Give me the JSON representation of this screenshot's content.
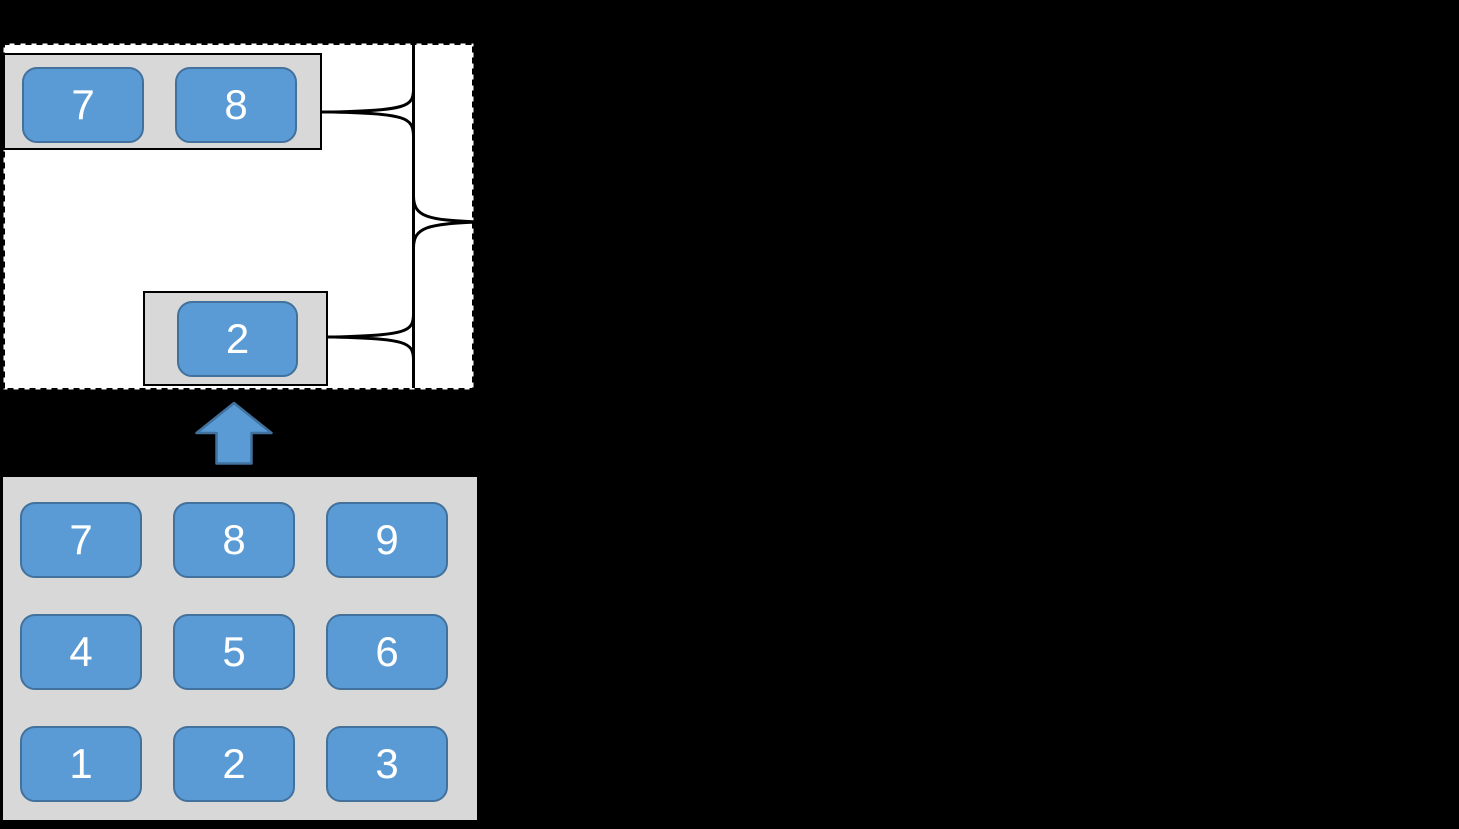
{
  "background_color": "#000000",
  "palette": {
    "key_fill": "#5B9BD5",
    "key_border": "#41719C",
    "tray_gray": "#D8D8D8",
    "region_fill": "#FFFFFF",
    "line_color": "#000000",
    "key_text": "#FFFFFF"
  },
  "dashed_region": {
    "pair_tray": {
      "keys": [
        "7",
        "8"
      ]
    },
    "single_tray": {
      "keys": [
        "2"
      ]
    }
  },
  "keypad": {
    "rows": [
      [
        "7",
        "8",
        "9"
      ],
      [
        "4",
        "5",
        "6"
      ],
      [
        "1",
        "2",
        "3"
      ]
    ]
  },
  "icons": {
    "up_arrow": "block-up-arrow",
    "brace_main": "right-pointing-curly-brace",
    "brace_pair": "left-pointing-brace-cusp",
    "brace_single": "left-pointing-brace-cusp"
  }
}
